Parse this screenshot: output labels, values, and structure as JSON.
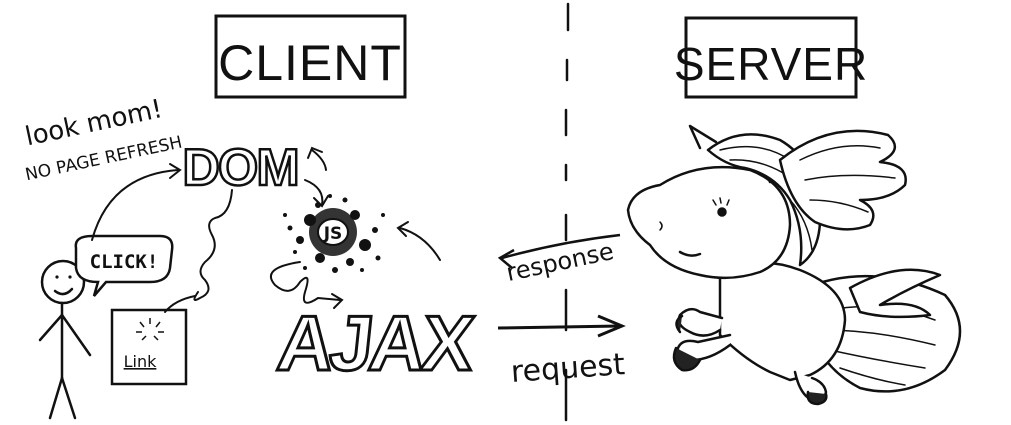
{
  "client": {
    "title": "CLIENT"
  },
  "server": {
    "title": "SERVER"
  },
  "note": {
    "line1": "look mom!",
    "line2": "NO PAGE REFRESH"
  },
  "nodes": {
    "dom": "DOM",
    "js": "JS",
    "ajax": "AJAX",
    "click": "CLICK!",
    "link": "Link"
  },
  "arrows": {
    "response": "response",
    "request": "request"
  },
  "colors": {
    "ink": "#111111",
    "paper": "#ffffff"
  }
}
